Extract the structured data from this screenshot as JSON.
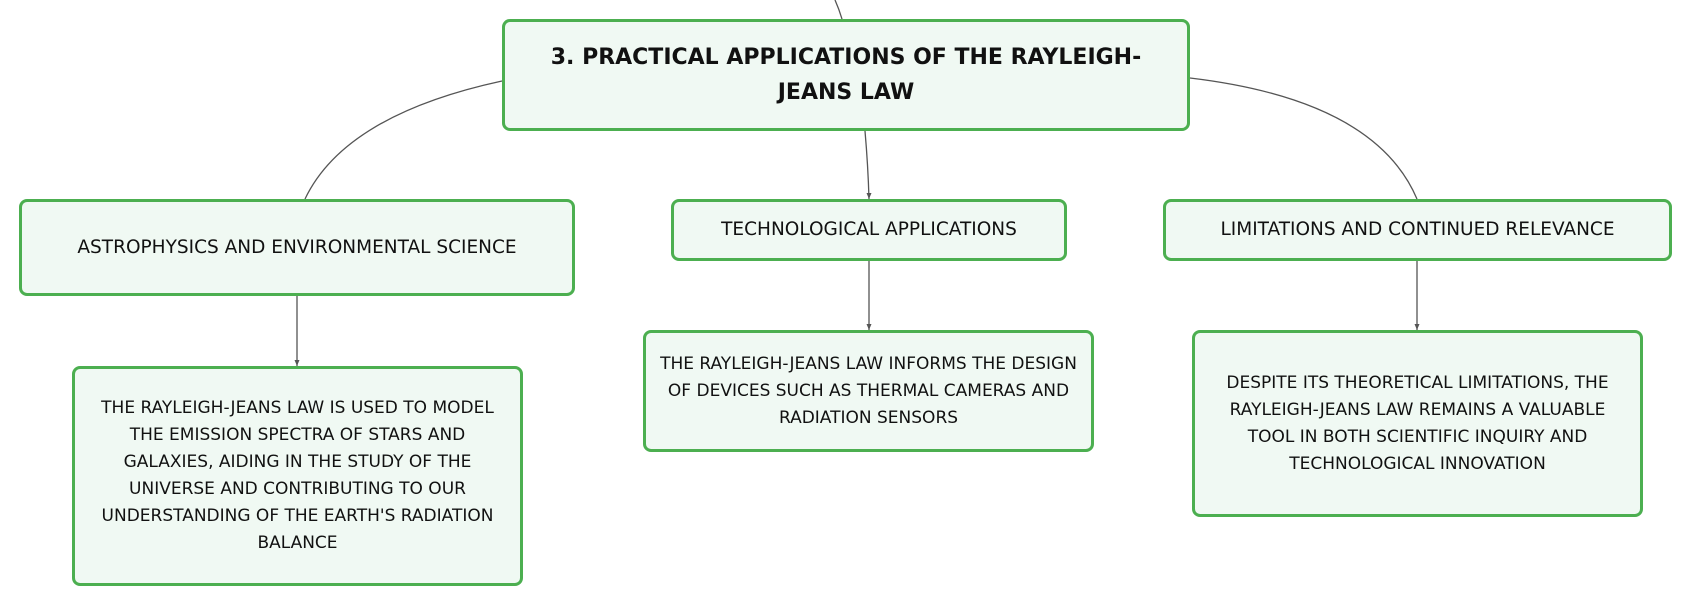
{
  "colors": {
    "node_border": "#4caf50",
    "node_fill": "#f0f9f3",
    "connector": "#555555",
    "text": "#111111"
  },
  "root": {
    "label": "3. PRACTICAL APPLICATIONS OF THE RAYLEIGH-JEANS LAW"
  },
  "topics": [
    {
      "label": "ASTROPHYSICS AND ENVIRONMENTAL SCIENCE",
      "detail": "THE RAYLEIGH-JEANS LAW IS USED TO MODEL THE EMISSION SPECTRA OF STARS AND GALAXIES, AIDING IN THE STUDY OF THE UNIVERSE AND CONTRIBUTING TO OUR UNDERSTANDING OF THE EARTH'S RADIATION BALANCE"
    },
    {
      "label": "TECHNOLOGICAL APPLICATIONS",
      "detail": "THE RAYLEIGH-JEANS LAW INFORMS THE DESIGN OF DEVICES SUCH AS THERMAL CAMERAS AND RADIATION SENSORS"
    },
    {
      "label": "LIMITATIONS AND CONTINUED RELEVANCE",
      "detail": "DESPITE ITS THEORETICAL LIMITATIONS, THE RAYLEIGH-JEANS LAW REMAINS A VALUABLE TOOL IN BOTH SCIENTIFIC INQUIRY AND TECHNOLOGICAL INNOVATION"
    }
  ]
}
